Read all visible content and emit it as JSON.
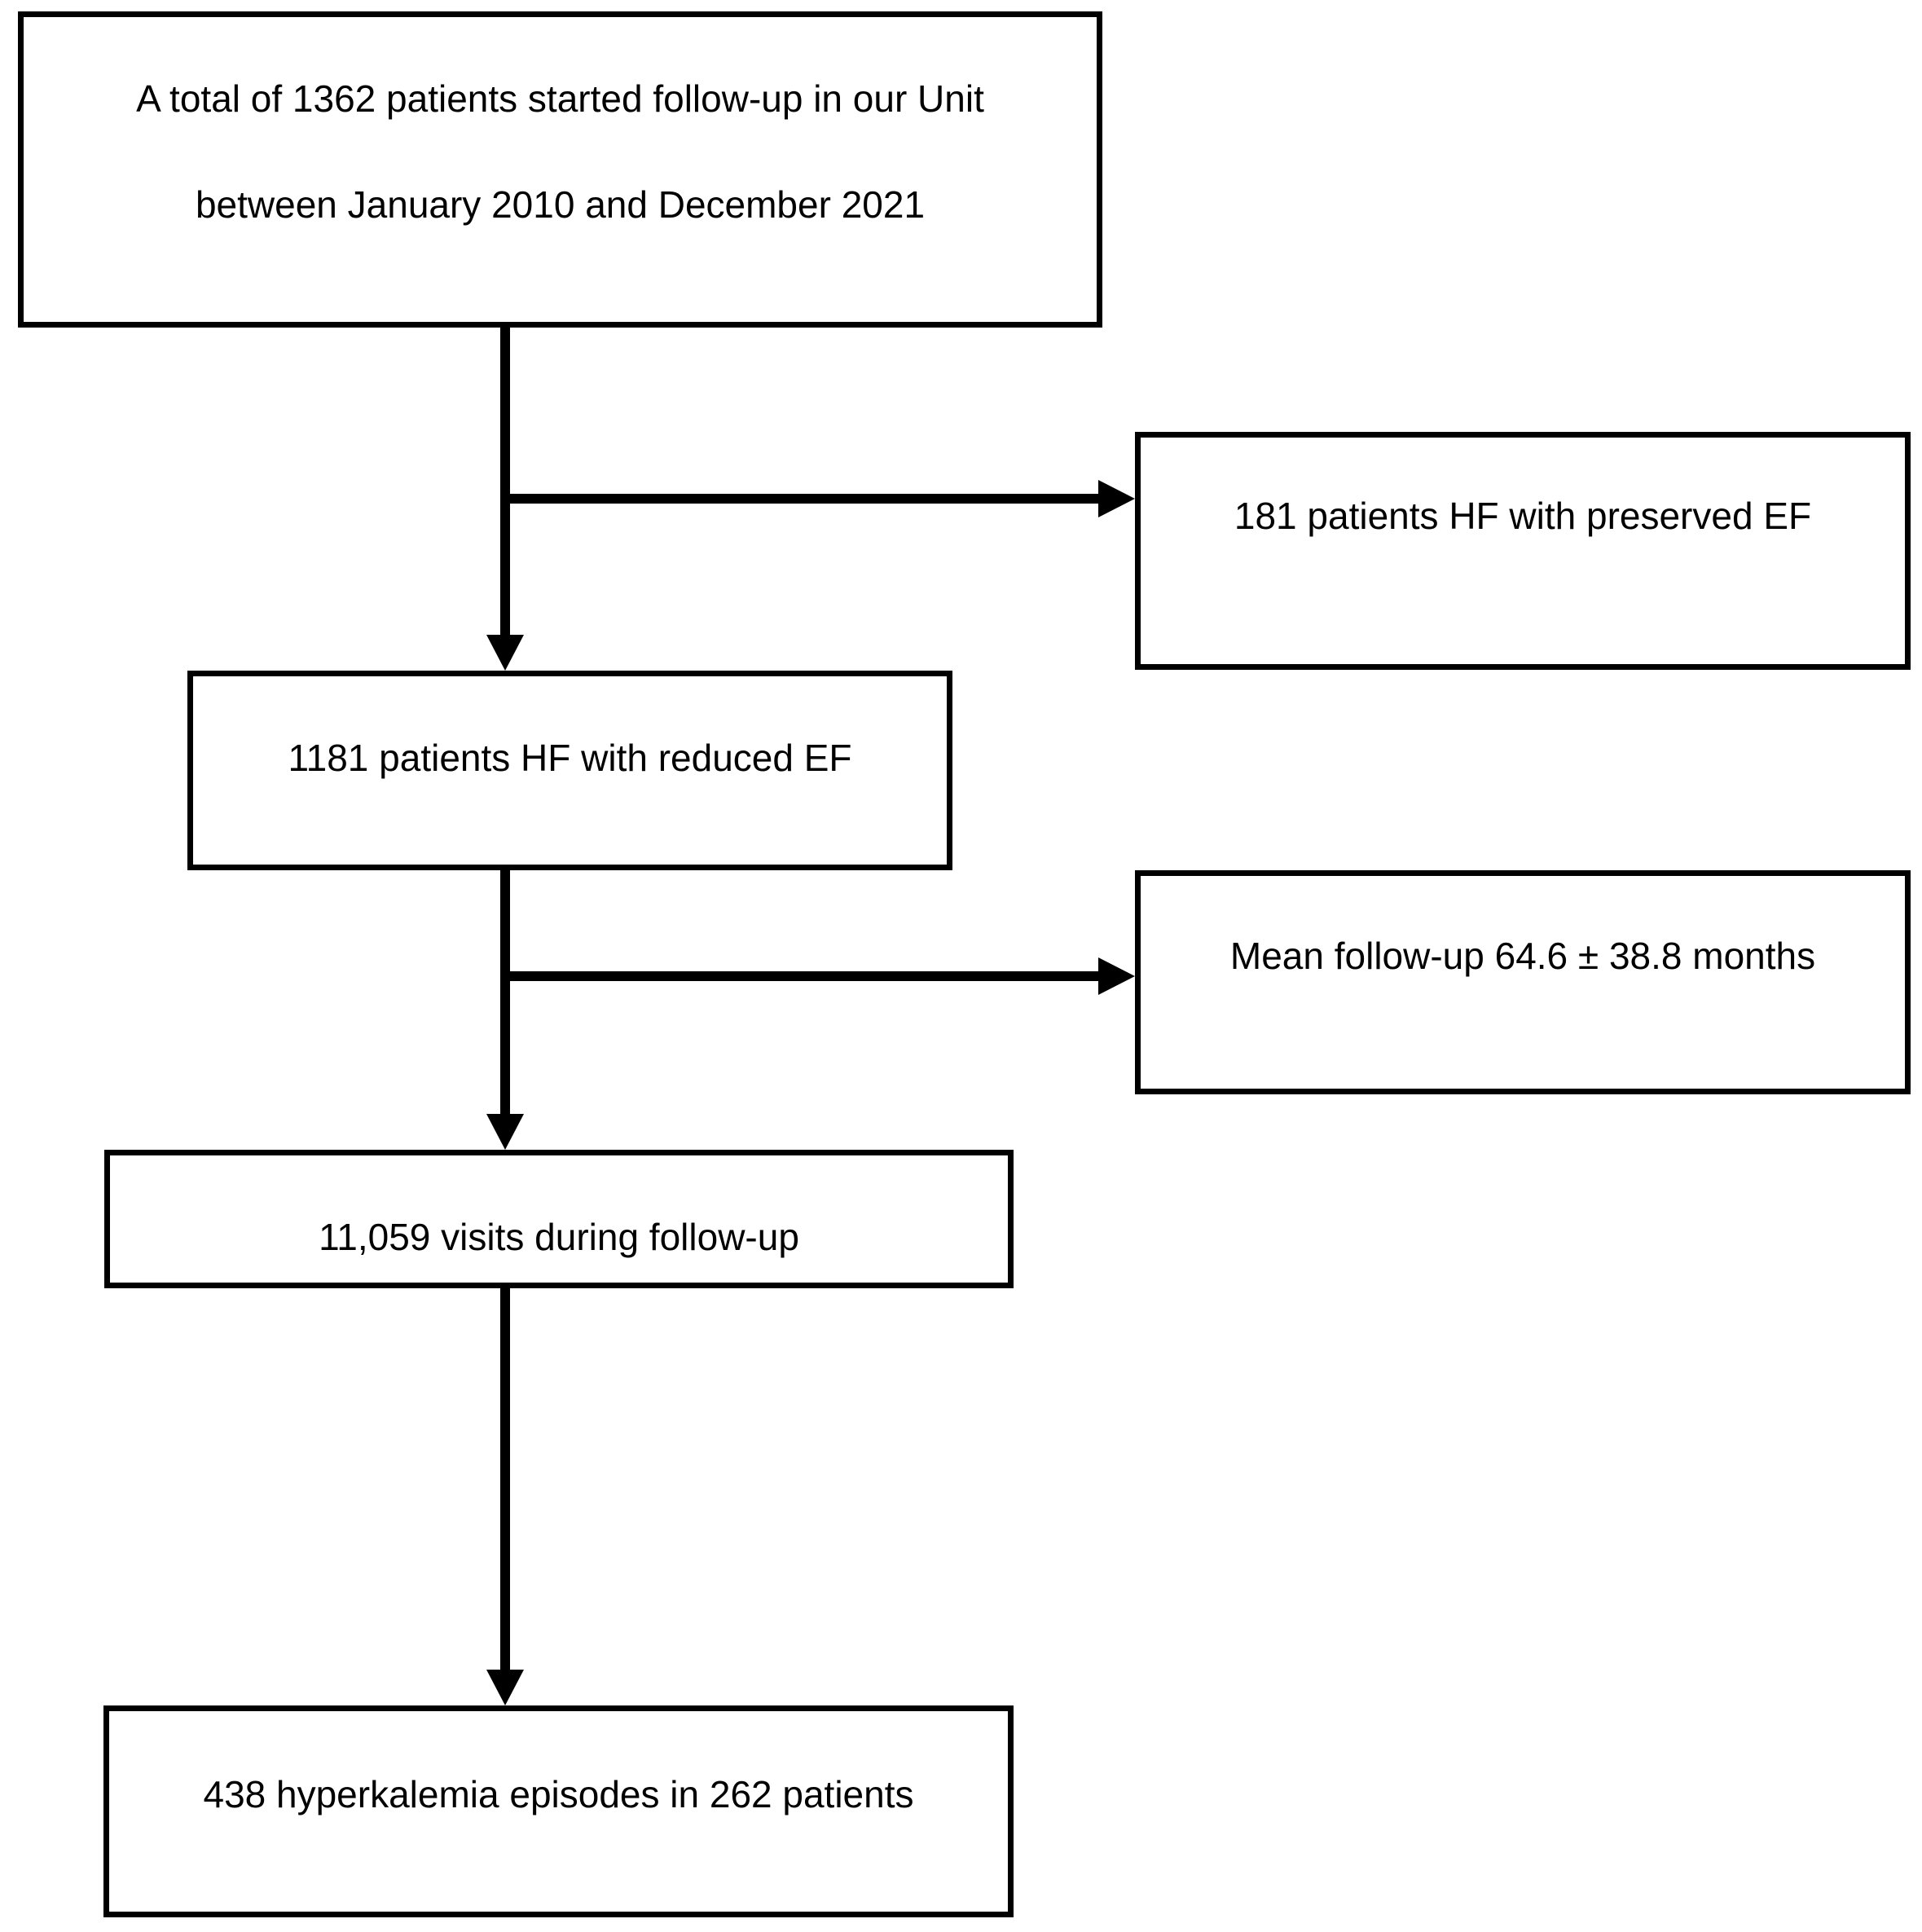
{
  "flowchart": {
    "boxes": {
      "total": {
        "line1": "A total of 1362 patients started follow-up in our Unit",
        "line2": "between January 2010 and December 2021"
      },
      "preserved_ef": {
        "label": "181 patients HF with preserved EF"
      },
      "reduced_ef": {
        "label": "1181 patients HF with reduced EF"
      },
      "mean_followup": {
        "label": "Mean follow-up 64.6 ± 38.8 months"
      },
      "visits": {
        "label": "11,059 visits during follow-up"
      },
      "hyperkalemia": {
        "label": "438 hyperkalemia episodes in 262 patients"
      }
    },
    "colors": {
      "background": "#ffffff",
      "line": "#000000",
      "text": "#000000"
    }
  }
}
